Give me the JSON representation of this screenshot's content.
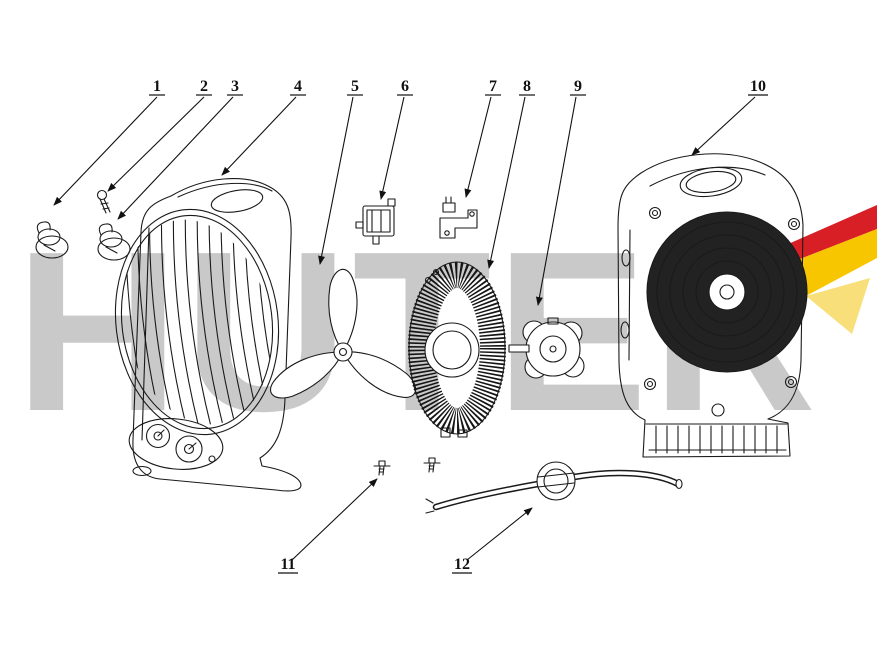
{
  "diagram": {
    "type": "exploded-parts-diagram",
    "subject": "fan-heater",
    "watermark": "HUTER",
    "background": "#ffffff",
    "colors": {
      "line": "#1a1a1a",
      "watermark": "#c9c9c9",
      "logo_red": "#d81f26",
      "logo_yellow": "#f7c600",
      "logo_yellow_light": "#f8df7a"
    },
    "callouts": [
      {
        "number": "1",
        "part": "control-knob-a"
      },
      {
        "number": "2",
        "part": "screw-small"
      },
      {
        "number": "3",
        "part": "control-knob-b"
      },
      {
        "number": "4",
        "part": "front-housing"
      },
      {
        "number": "5",
        "part": "fan-blade"
      },
      {
        "number": "6",
        "part": "switch"
      },
      {
        "number": "7",
        "part": "thermostat-bracket"
      },
      {
        "number": "8",
        "part": "heating-element"
      },
      {
        "number": "9",
        "part": "motor"
      },
      {
        "number": "10",
        "part": "rear-housing"
      },
      {
        "number": "11",
        "part": "screws"
      },
      {
        "number": "12",
        "part": "power-cord-with-grommet"
      }
    ]
  }
}
